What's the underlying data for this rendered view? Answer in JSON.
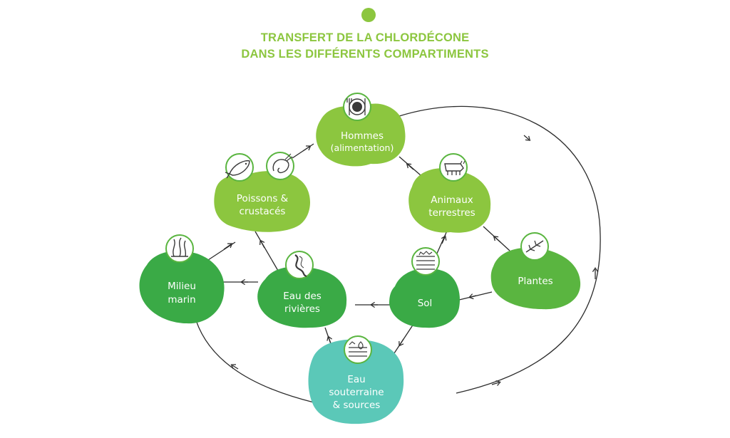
{
  "title": {
    "line1": "TRANSFERT DE LA CHLORDÉCONE",
    "line2": "DANS LES DIFFÉRENTS COMPARTIMENTS"
  },
  "colors": {
    "title": "#8cc63f",
    "light_green": "#8cc63f",
    "mid_green": "#5ab540",
    "dark_green": "#3aaa46",
    "teal": "#5bc8b8",
    "icon_stroke": "#3a3a3a",
    "arrow": "#2b2b2b"
  },
  "nodes": {
    "hommes": {
      "line1": "Hommes",
      "line2": "(alimentation)",
      "icon": "food-plate-icon"
    },
    "poissons": {
      "line1": "Poissons &",
      "line2": "crustacés",
      "icons": [
        "fish-icon",
        "shrimp-icon"
      ]
    },
    "animaux": {
      "line1": "Animaux",
      "line2": "terrestres",
      "icon": "cow-icon"
    },
    "milieu": {
      "line1": "Milieu",
      "line2": "marin",
      "icon": "seaweed-icon"
    },
    "rivieres": {
      "line1": "Eau des",
      "line2": "rivières",
      "icon": "river-icon"
    },
    "sol": {
      "line1": "Sol",
      "icon": "soil-icon"
    },
    "plantes": {
      "line1": "Plantes",
      "icon": "plant-icon"
    },
    "souterraine": {
      "line1": "Eau",
      "line2": "souterraine",
      "line3": "& sources",
      "icon": "groundwater-icon"
    }
  }
}
